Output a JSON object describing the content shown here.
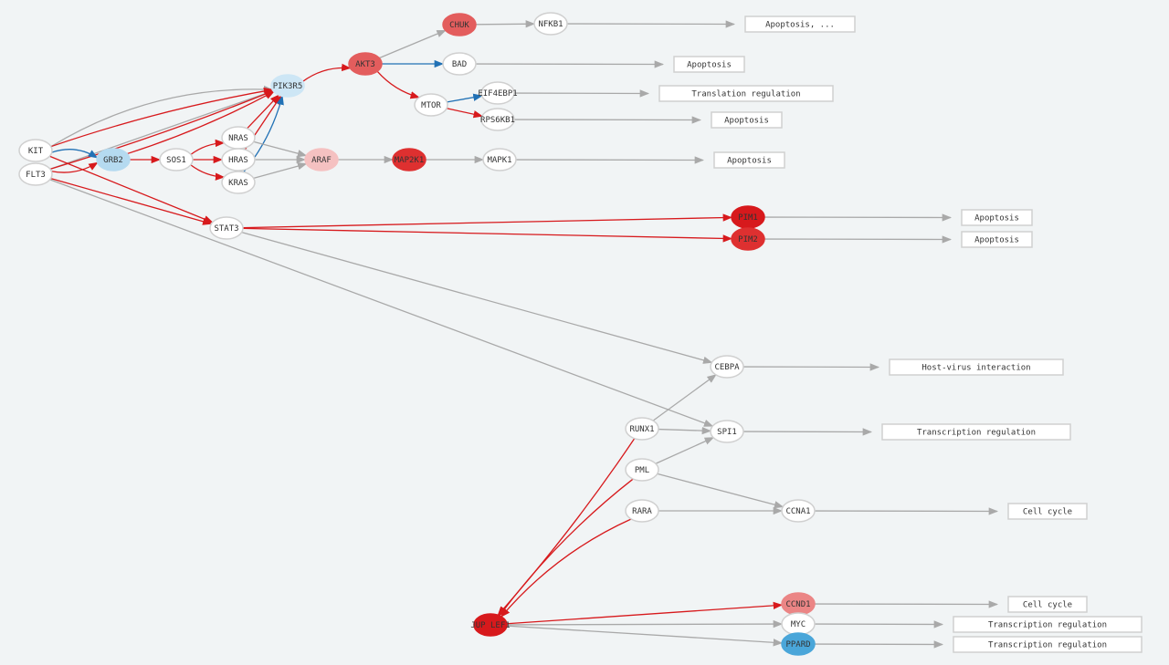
{
  "colors": {
    "background": "#f1f4f5",
    "activation": "#d7191c",
    "inhibition": "#2171b5",
    "neutral": "#a9a9a9",
    "node_border": "#d0d0d0",
    "node_fill": "#ffffff"
  },
  "nodes": [
    {
      "id": "KIT",
      "label": "KIT",
      "fill": "#ffffff",
      "interactable": true
    },
    {
      "id": "FLT3",
      "label": "FLT3",
      "fill": "#ffffff",
      "interactable": true
    },
    {
      "id": "GRB2",
      "label": "GRB2",
      "fill": "#b5daf0",
      "interactable": true
    },
    {
      "id": "SOS1",
      "label": "SOS1",
      "fill": "#ffffff",
      "interactable": true
    },
    {
      "id": "NRAS",
      "label": "NRAS",
      "fill": "#ffffff",
      "interactable": true
    },
    {
      "id": "HRAS",
      "label": "HRAS",
      "fill": "#ffffff",
      "interactable": true
    },
    {
      "id": "KRAS",
      "label": "KRAS",
      "fill": "#ffffff",
      "interactable": true
    },
    {
      "id": "PIK3R5",
      "label": "PIK3R5",
      "fill": "#cde6f5",
      "interactable": true
    },
    {
      "id": "ARAF",
      "label": "ARAF",
      "fill": "#f5c1c1",
      "interactable": true
    },
    {
      "id": "AKT3",
      "label": "AKT3",
      "fill": "#e35d5d",
      "interactable": true
    },
    {
      "id": "CHUK",
      "label": "CHUK",
      "fill": "#e35d5d",
      "interactable": true
    },
    {
      "id": "NFKB1",
      "label": "NFKB1",
      "fill": "#ffffff",
      "interactable": true
    },
    {
      "id": "BAD",
      "label": "BAD",
      "fill": "#ffffff",
      "interactable": true
    },
    {
      "id": "MTOR",
      "label": "MTOR",
      "fill": "#ffffff",
      "interactable": true
    },
    {
      "id": "EIF4EBP1",
      "label": "EIF4EBP1",
      "fill": "#ffffff",
      "interactable": true
    },
    {
      "id": "RPS6KB1",
      "label": "RPS6KB1",
      "fill": "#ffffff",
      "interactable": true
    },
    {
      "id": "MAP2K1",
      "label": "MAP2K1",
      "fill": "#de3030",
      "interactable": true
    },
    {
      "id": "MAPK1",
      "label": "MAPK1",
      "fill": "#ffffff",
      "interactable": true
    },
    {
      "id": "STAT3",
      "label": "STAT3",
      "fill": "#ffffff",
      "interactable": true
    },
    {
      "id": "PIM1",
      "label": "PIM1",
      "fill": "#d7191c",
      "interactable": true
    },
    {
      "id": "PIM2",
      "label": "PIM2",
      "fill": "#de3030",
      "interactable": true
    },
    {
      "id": "CEBPA",
      "label": "CEBPA",
      "fill": "#ffffff",
      "interactable": true
    },
    {
      "id": "SPI1",
      "label": "SPI1",
      "fill": "#ffffff",
      "interactable": true
    },
    {
      "id": "RUNX1",
      "label": "RUNX1",
      "fill": "#ffffff",
      "interactable": true
    },
    {
      "id": "PML",
      "label": "PML",
      "fill": "#ffffff",
      "interactable": true
    },
    {
      "id": "RARA",
      "label": "RARA",
      "fill": "#ffffff",
      "interactable": true
    },
    {
      "id": "CCNA1",
      "label": "CCNA1",
      "fill": "#ffffff",
      "interactable": true
    },
    {
      "id": "JUP",
      "label": "JUP LEF1",
      "fill": "#d7191c",
      "interactable": true
    },
    {
      "id": "CCND1",
      "label": "CCND1",
      "fill": "#eb8585",
      "interactable": true
    },
    {
      "id": "MYC",
      "label": "MYC",
      "fill": "#ffffff",
      "interactable": true
    },
    {
      "id": "PPARD",
      "label": "PPARD",
      "fill": "#4aa6d9",
      "interactable": true
    }
  ],
  "outcomes": [
    {
      "id": "out-nfkb1",
      "label": "Apoptosis, ..."
    },
    {
      "id": "out-bad",
      "label": "Apoptosis"
    },
    {
      "id": "out-eif4ebp1",
      "label": "Translation regulation"
    },
    {
      "id": "out-rps6kb1",
      "label": "Apoptosis"
    },
    {
      "id": "out-mapk1",
      "label": "Apoptosis"
    },
    {
      "id": "out-pim1",
      "label": "Apoptosis"
    },
    {
      "id": "out-pim2",
      "label": "Apoptosis"
    },
    {
      "id": "out-cebpa",
      "label": "Host-virus interaction"
    },
    {
      "id": "out-spi1",
      "label": "Transcription regulation"
    },
    {
      "id": "out-ccna1",
      "label": "Cell cycle"
    },
    {
      "id": "out-ccnd1",
      "label": "Cell cycle"
    },
    {
      "id": "out-myc",
      "label": "Transcription regulation"
    },
    {
      "id": "out-ppard",
      "label": "Transcription regulation"
    }
  ],
  "edges": [
    {
      "from": "KIT",
      "to": "PIK3R5",
      "type": "neutral"
    },
    {
      "from": "FLT3",
      "to": "PIK3R5",
      "type": "neutral"
    },
    {
      "from": "KIT",
      "to": "PIK3R5",
      "type": "activation"
    },
    {
      "from": "FLT3",
      "to": "PIK3R5",
      "type": "activation"
    },
    {
      "from": "KIT",
      "to": "GRB2",
      "type": "inhibition"
    },
    {
      "from": "FLT3",
      "to": "GRB2",
      "type": "activation"
    },
    {
      "from": "KIT",
      "to": "STAT3",
      "type": "activation"
    },
    {
      "from": "FLT3",
      "to": "STAT3",
      "type": "activation"
    },
    {
      "from": "FLT3",
      "to": "SPI1",
      "type": "neutral"
    },
    {
      "from": "GRB2",
      "to": "SOS1",
      "type": "activation"
    },
    {
      "from": "GRB2",
      "to": "PIK3R5",
      "type": "activation"
    },
    {
      "from": "SOS1",
      "to": "NRAS",
      "type": "activation"
    },
    {
      "from": "SOS1",
      "to": "HRAS",
      "type": "activation"
    },
    {
      "from": "SOS1",
      "to": "KRAS",
      "type": "activation"
    },
    {
      "from": "NRAS",
      "to": "PIK3R5",
      "type": "activation"
    },
    {
      "from": "HRAS",
      "to": "PIK3R5",
      "type": "activation"
    },
    {
      "from": "KRAS",
      "to": "PIK3R5",
      "type": "inhibition"
    },
    {
      "from": "NRAS",
      "to": "ARAF",
      "type": "neutral"
    },
    {
      "from": "HRAS",
      "to": "ARAF",
      "type": "neutral"
    },
    {
      "from": "KRAS",
      "to": "ARAF",
      "type": "neutral"
    },
    {
      "from": "PIK3R5",
      "to": "AKT3",
      "type": "activation"
    },
    {
      "from": "AKT3",
      "to": "CHUK",
      "type": "neutral"
    },
    {
      "from": "CHUK",
      "to": "NFKB1",
      "type": "neutral"
    },
    {
      "from": "AKT3",
      "to": "BAD",
      "type": "inhibition"
    },
    {
      "from": "AKT3",
      "to": "MTOR",
      "type": "activation"
    },
    {
      "from": "MTOR",
      "to": "EIF4EBP1",
      "type": "inhibition"
    },
    {
      "from": "MTOR",
      "to": "RPS6KB1",
      "type": "activation"
    },
    {
      "from": "ARAF",
      "to": "MAP2K1",
      "type": "neutral"
    },
    {
      "from": "MAP2K1",
      "to": "MAPK1",
      "type": "neutral"
    },
    {
      "from": "STAT3",
      "to": "PIM1",
      "type": "activation"
    },
    {
      "from": "STAT3",
      "to": "PIM2",
      "type": "activation"
    },
    {
      "from": "STAT3",
      "to": "CEBPA",
      "type": "neutral"
    },
    {
      "from": "RUNX1",
      "to": "CEBPA",
      "type": "neutral"
    },
    {
      "from": "RUNX1",
      "to": "SPI1",
      "type": "neutral"
    },
    {
      "from": "PML",
      "to": "SPI1",
      "type": "neutral"
    },
    {
      "from": "PML",
      "to": "CCNA1",
      "type": "neutral"
    },
    {
      "from": "RARA",
      "to": "CCNA1",
      "type": "neutral"
    },
    {
      "from": "RUNX1",
      "to": "JUP",
      "type": "activation"
    },
    {
      "from": "PML",
      "to": "JUP",
      "type": "activation"
    },
    {
      "from": "RARA",
      "to": "JUP",
      "type": "activation"
    },
    {
      "from": "JUP",
      "to": "CCND1",
      "type": "activation"
    },
    {
      "from": "JUP",
      "to": "MYC",
      "type": "neutral"
    },
    {
      "from": "JUP",
      "to": "PPARD",
      "type": "neutral"
    },
    {
      "from": "NFKB1",
      "to": "out-nfkb1",
      "type": "neutral"
    },
    {
      "from": "BAD",
      "to": "out-bad",
      "type": "neutral"
    },
    {
      "from": "EIF4EBP1",
      "to": "out-eif4ebp1",
      "type": "neutral"
    },
    {
      "from": "RPS6KB1",
      "to": "out-rps6kb1",
      "type": "neutral"
    },
    {
      "from": "MAPK1",
      "to": "out-mapk1",
      "type": "neutral"
    },
    {
      "from": "PIM1",
      "to": "out-pim1",
      "type": "neutral"
    },
    {
      "from": "PIM2",
      "to": "out-pim2",
      "type": "neutral"
    },
    {
      "from": "CEBPA",
      "to": "out-cebpa",
      "type": "neutral"
    },
    {
      "from": "SPI1",
      "to": "out-spi1",
      "type": "neutral"
    },
    {
      "from": "CCNA1",
      "to": "out-ccna1",
      "type": "neutral"
    },
    {
      "from": "CCND1",
      "to": "out-ccnd1",
      "type": "neutral"
    },
    {
      "from": "MYC",
      "to": "out-myc",
      "type": "neutral"
    },
    {
      "from": "PPARD",
      "to": "out-ppard",
      "type": "neutral"
    }
  ]
}
